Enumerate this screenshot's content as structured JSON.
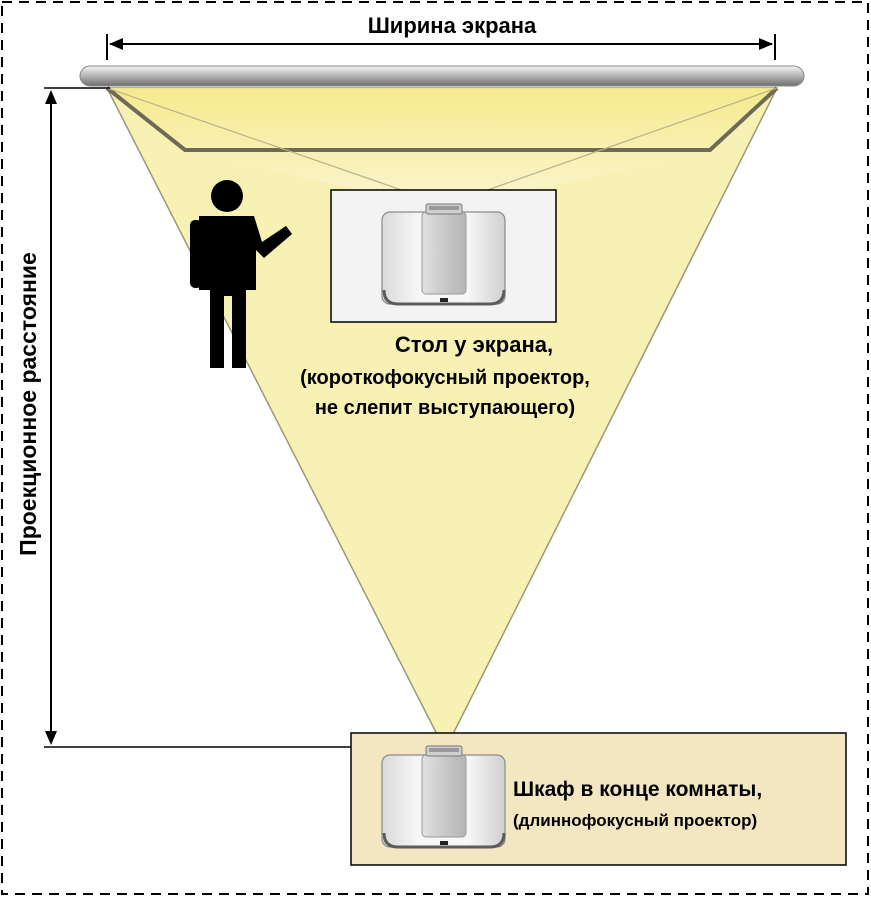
{
  "screen_width_label": "Ширина экрана",
  "projection_distance_label": "Проекционное расстояние",
  "short_throw": {
    "title": "Стол у экрана,",
    "line2": "(короткофокусный проектор,",
    "line3": "не слепит выступающего)"
  },
  "long_throw": {
    "title": "Шкаф в конце комнаты,",
    "line2": "(длиннофокусный проектор)"
  },
  "colors": {
    "light_beam": "#f8f0b0",
    "cabinet_fill": "#f2e7c0",
    "frame_dash": "#000000"
  }
}
